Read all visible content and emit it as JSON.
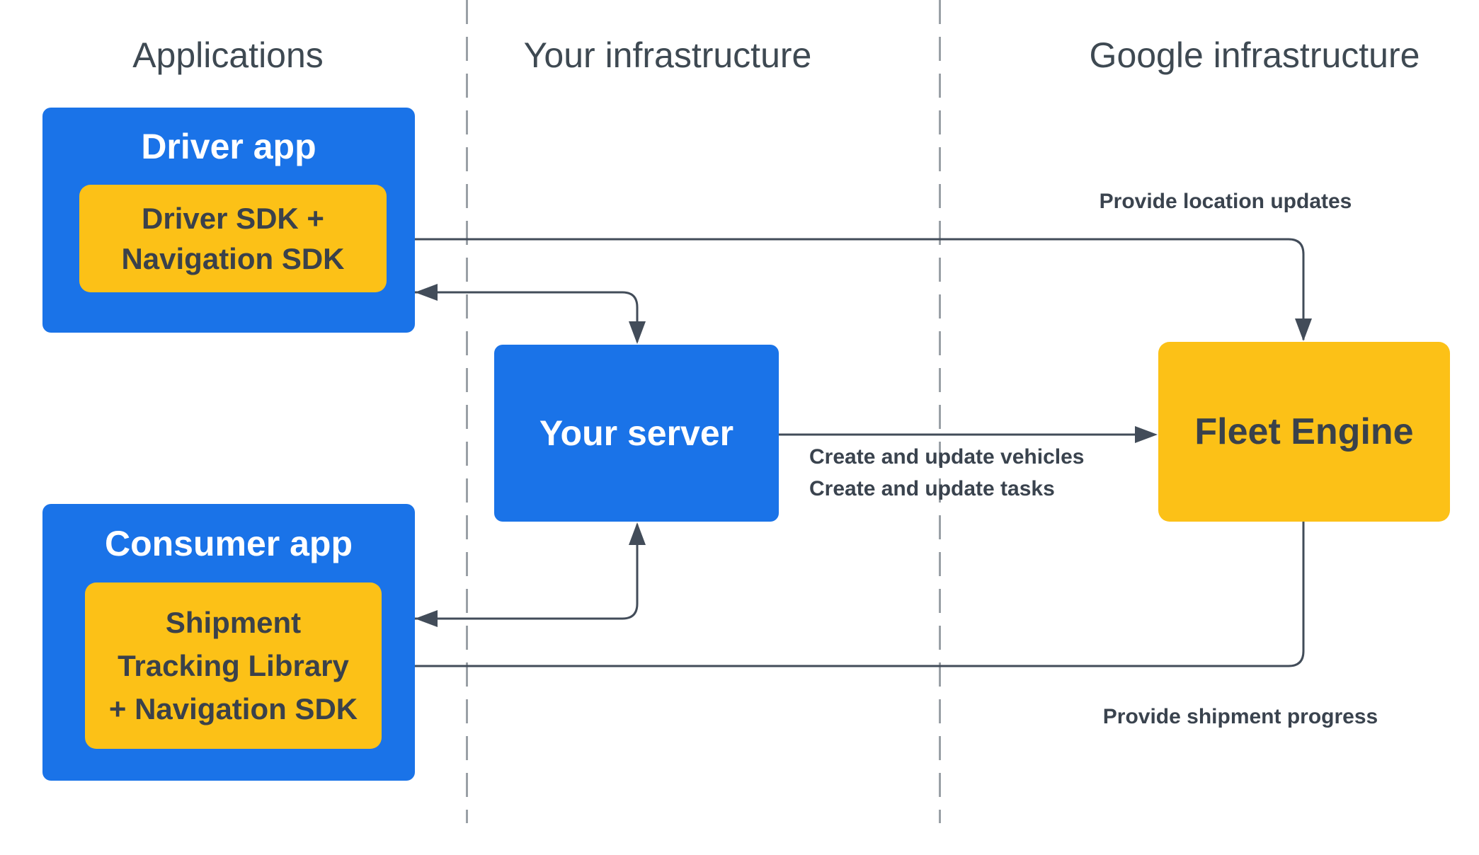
{
  "columns": [
    {
      "label": "Applications"
    },
    {
      "label": "Your infrastructure"
    },
    {
      "label": "Google infrastructure"
    }
  ],
  "nodes": {
    "driver_app": {
      "title": "Driver app",
      "sdk_lines": [
        "Driver SDK +",
        "Navigation SDK"
      ]
    },
    "consumer_app": {
      "title": "Consumer app",
      "sdk_lines": [
        "Shipment",
        "Tracking Library",
        "+ Navigation SDK"
      ]
    },
    "your_server": {
      "title": "Your server"
    },
    "fleet_engine": {
      "title": "Fleet Engine"
    }
  },
  "edges": {
    "location_updates": {
      "label": "Provide location updates",
      "between": [
        "Driver SDK + Navigation SDK",
        "Fleet Engine"
      ],
      "arrowheads": "both"
    },
    "driver_app_server": {
      "between": [
        "Driver app",
        "Your server"
      ],
      "arrowheads": "both"
    },
    "create_update": {
      "lines": [
        "Create and update vehicles",
        "Create and update tasks"
      ],
      "between": [
        "Your server",
        "Fleet Engine"
      ],
      "arrowheads": "into Fleet Engine"
    },
    "consumer_app_server": {
      "between": [
        "Consumer app",
        "Your server"
      ],
      "arrowheads": "both"
    },
    "shipment_progress": {
      "label": "Provide shipment progress",
      "between": [
        "Fleet Engine",
        "Shipment Tracking Library + Navigation SDK"
      ],
      "arrowheads": "into Shipment Tracking Library"
    }
  },
  "colors": {
    "box_blue": "#1a73e8",
    "box_yellow": "#fcc117",
    "line_dark": "#424c59",
    "divider_gray": "#9aa0a6",
    "header_text": "#3e4952",
    "dark_text": "#3a414b",
    "white_text": "#ffffff"
  }
}
